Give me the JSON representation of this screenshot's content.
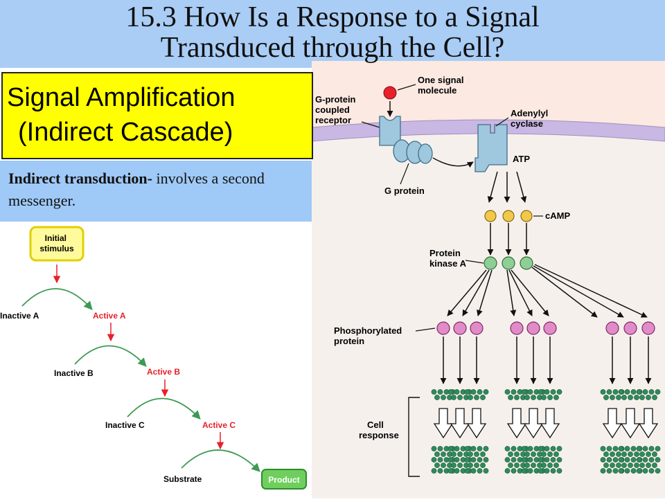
{
  "slide": {
    "title_line1": "15.3 How Is a Response to a Signal",
    "title_line2": "Transduced through the Cell?"
  },
  "callout": {
    "line1": "Signal Amplification",
    "line2": "(Indirect Cascade)"
  },
  "note": {
    "term": "Indirect transduction-",
    "definition": " involves a second messenger."
  },
  "left_figure": {
    "initial_stimulus": [
      "Initial",
      "stimulus"
    ],
    "inactive_a": "Inactive A",
    "active_a": "Active A",
    "inactive_b": "Inactive B",
    "active_b": "Active B",
    "inactive_c": "Inactive C",
    "active_c": "Active C",
    "substrate": "Substrate",
    "product": "Product"
  },
  "right_figure": {
    "signal_molecule": [
      "One signal",
      "molecule"
    ],
    "gpcr": [
      "G-protein",
      "coupled",
      "receptor"
    ],
    "adenylyl_cyclase": [
      "Adenylyl",
      "cyclase"
    ],
    "atp": "ATP",
    "g_protein": "G protein",
    "camp": "cAMP",
    "protein_kinase_a": [
      "Protein",
      "kinase A"
    ],
    "phosphorylated_protein": [
      "Phosphorylated",
      "protein"
    ],
    "cell_response": [
      "Cell",
      "response"
    ]
  },
  "colors": {
    "title_band": "#a9cdf5",
    "callout": "#ffff00",
    "note_band": "#9fc9f7",
    "active_red": "#e8202a",
    "curve_green": "#3c9a52",
    "stimulus_box": "#fffb9c",
    "product_box": "#6fcf5e",
    "camp_yellow": "#f2c84b",
    "pka_green": "#8fcf96",
    "phospho_pink": "#e28bc9",
    "response_green": "#2f8a5c",
    "membrane": "#c9b8e3",
    "receptor_blue": "#9fc7dd"
  }
}
